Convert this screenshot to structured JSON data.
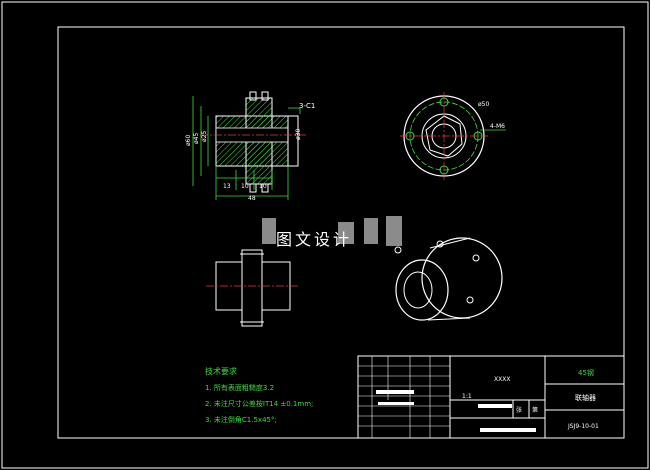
{
  "drawing": {
    "chamfer_label": "3-C1",
    "dims": {
      "d1": "ø60",
      "d2": "ø45",
      "d3": "ø25",
      "d4": "ø30",
      "bolt_circle": "ø50",
      "holes": "4-M6",
      "w1": "13",
      "w2": "10",
      "w3": "10",
      "total": "48"
    }
  },
  "notes": {
    "title": "技术要求",
    "items": [
      "1. 所有表面粗糙度3.2",
      "2. 未注尺寸公差按IT14 ±0.1mm;",
      "3. 未注倒角C1.5x45°;"
    ]
  },
  "title_block": {
    "material": "45钢",
    "name": "联轴器",
    "drawing_no": "JSJ9-10-01",
    "scale": "1:1",
    "sheet_a": "张",
    "sheet_b": "第",
    "school": "XXXX"
  },
  "watermark": "图文设计"
}
